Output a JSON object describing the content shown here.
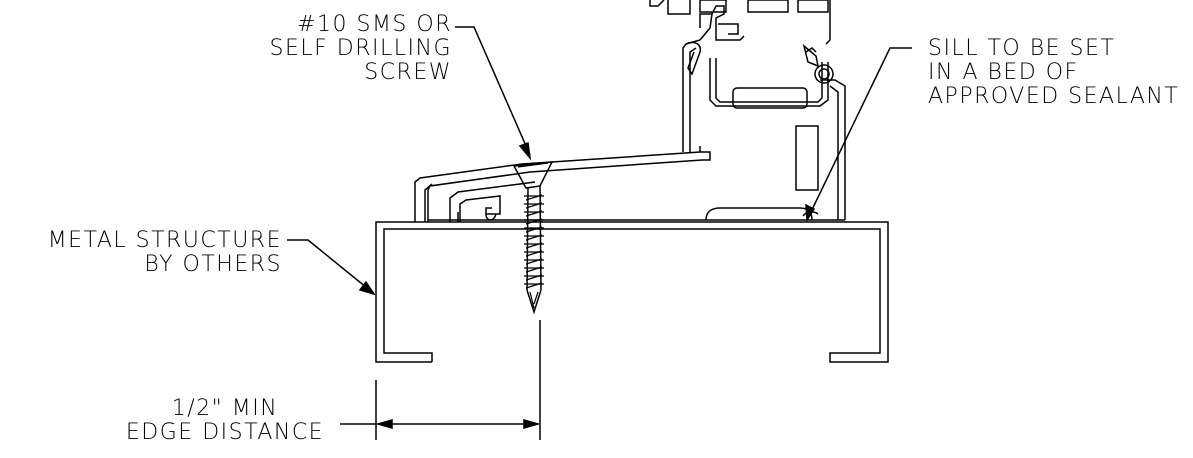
{
  "notes": {
    "screw": [
      "#10 SMS OR",
      "SELF DRILLING",
      "SCREW"
    ],
    "sealant": [
      "SILL TO BE SET",
      "IN A BED OF",
      "APPROVED SEALANT"
    ],
    "structure": [
      "METAL STRUCTURE",
      "BY OTHERS"
    ],
    "edge": [
      "1/2\" MIN",
      "EDGE DISTANCE"
    ]
  },
  "colors": {
    "line": "#000000",
    "background": "#ffffff"
  }
}
